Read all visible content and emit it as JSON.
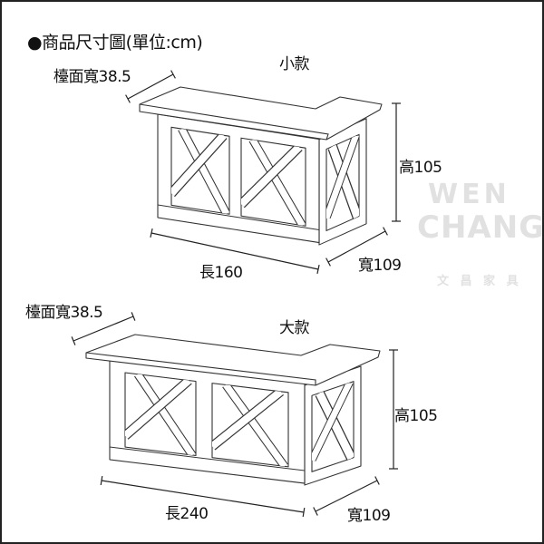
{
  "title": "●商品尺寸圖(單位:cm)",
  "small": {
    "name": "小款",
    "top_width": "檯面寬38.5",
    "height": "高105",
    "length": "長160",
    "width": "寬109"
  },
  "large": {
    "name": "大款",
    "top_width": "檯面寬38.5",
    "height": "高105",
    "length": "長240",
    "width": "寬109"
  },
  "watermark": {
    "line1": "WEN",
    "line2": "CHANG",
    "line3": "文 昌 家 具"
  }
}
